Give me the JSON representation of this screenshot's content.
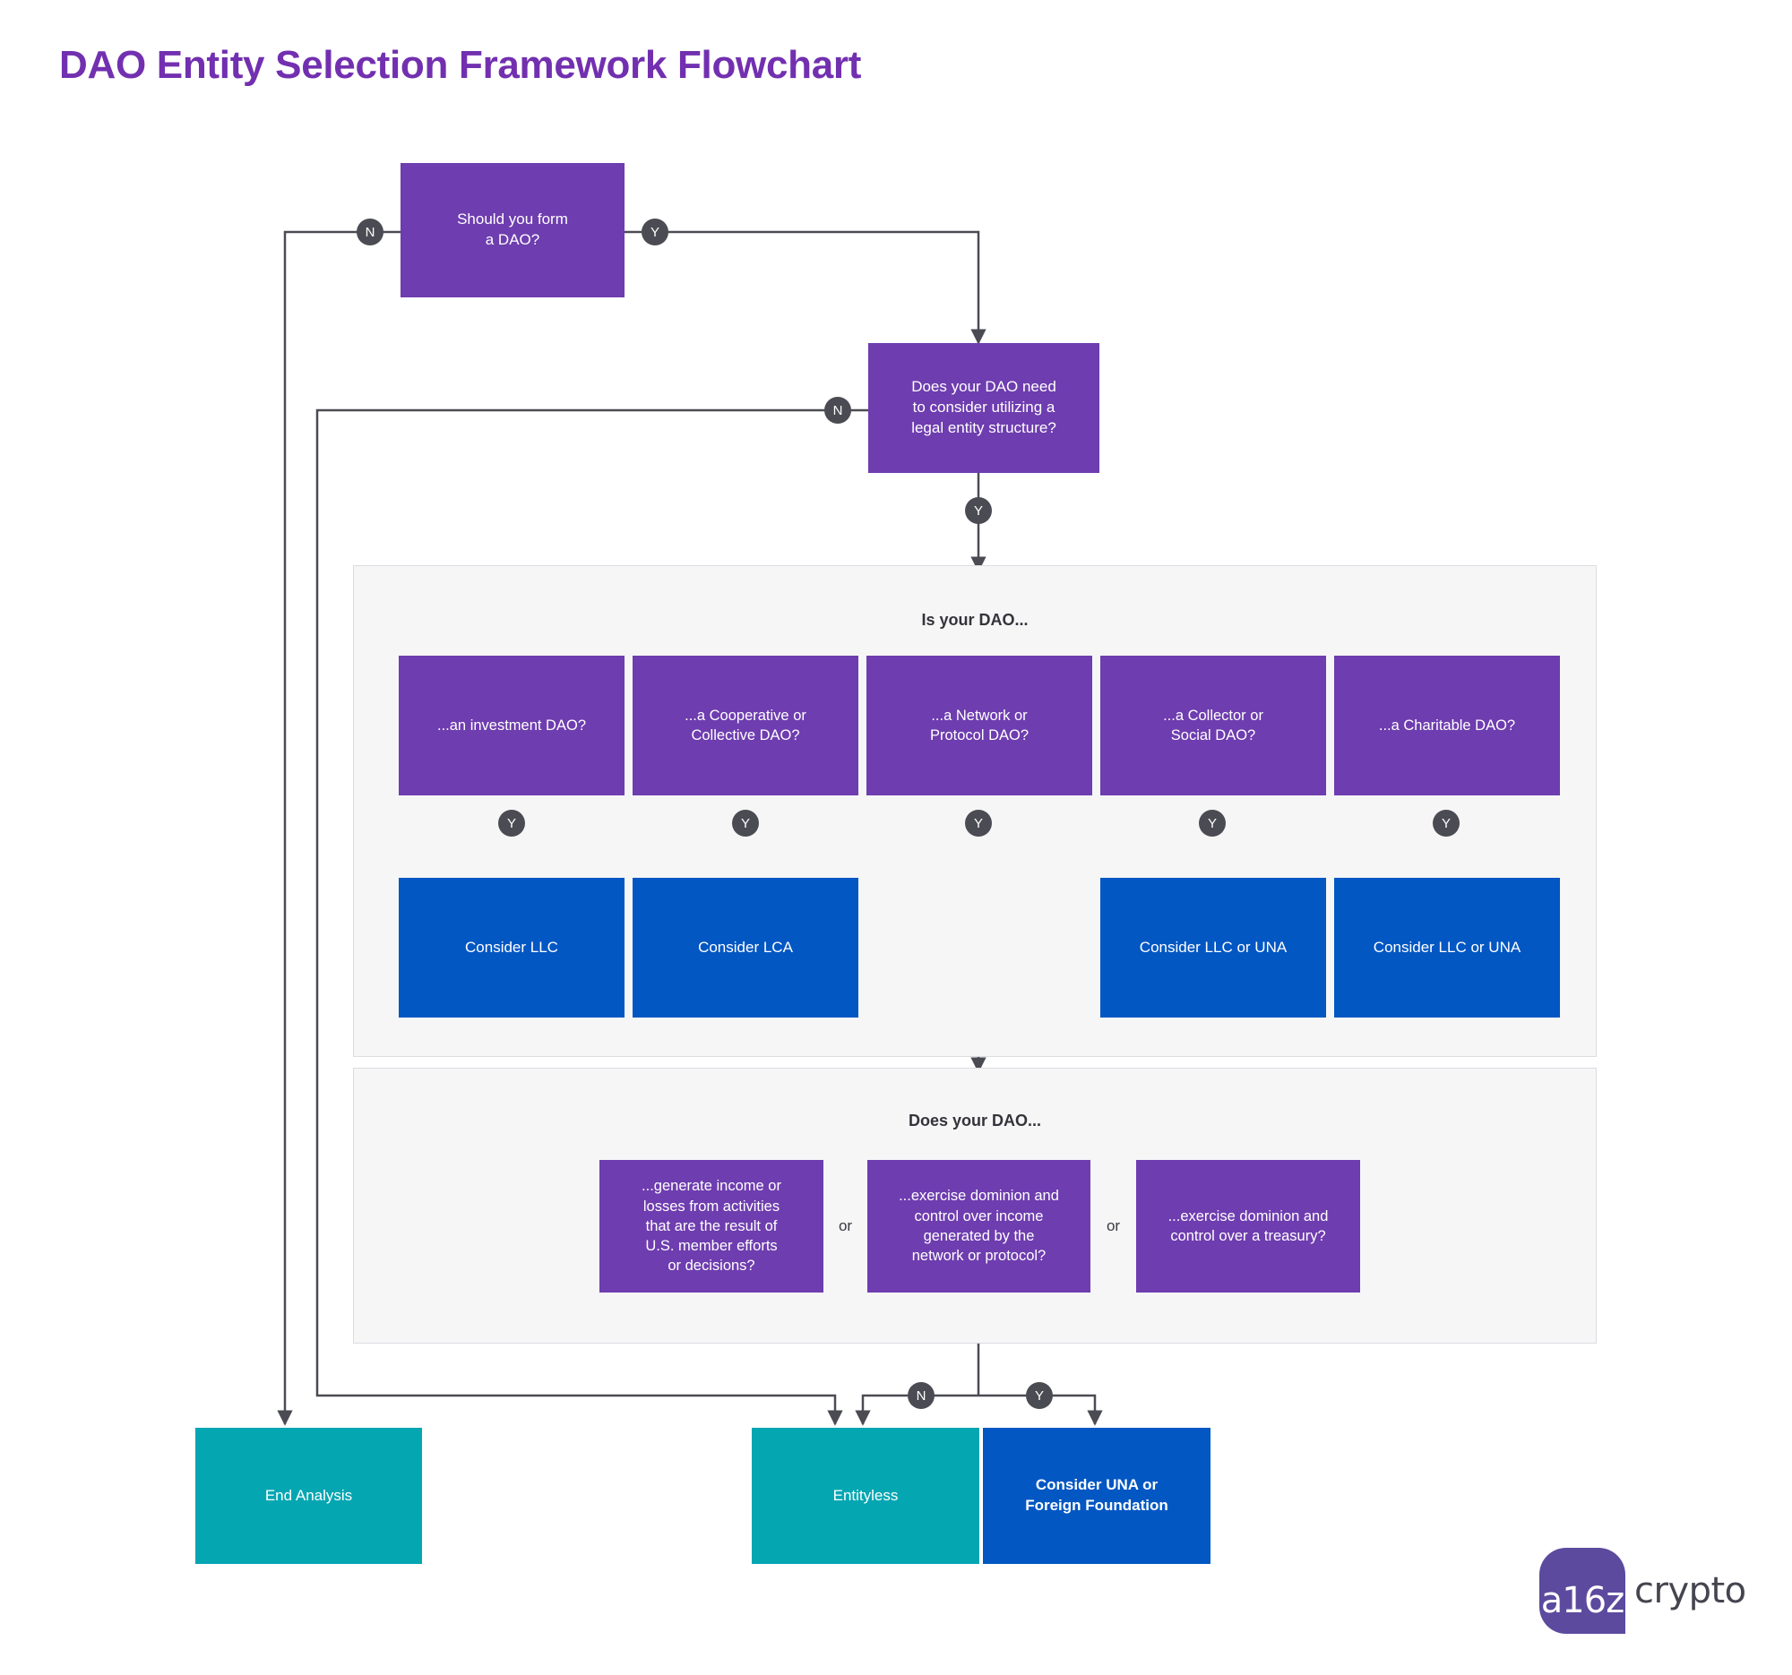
{
  "title": "DAO Entity Selection Framework Flowchart",
  "colors": {
    "purple": "#6e3daf",
    "blue": "#0357c3",
    "teal": "#04a6b2",
    "title_purple": "#7230b0",
    "badge_gray": "#4b4b53",
    "panel_bg": "#f6f6f7",
    "panel_border": "#dcdce1",
    "edge": "#4b4b53"
  },
  "nodes": {
    "start": "Should you form\na DAO?",
    "legal_entity": "Does your DAO need\nto consider utilizing a\nlegal entity structure?"
  },
  "panel1": {
    "title": "Is your DAO...",
    "questions": [
      "...an investment DAO?",
      "...a Cooperative or\nCollective DAO?",
      "...a Network or\nProtocol DAO?",
      "...a Collector or\nSocial DAO?",
      "...a Charitable DAO?"
    ],
    "outcomes": [
      "Consider LLC",
      "Consider LCA",
      "",
      "Consider LLC or UNA",
      "Consider LLC or UNA"
    ]
  },
  "panel2": {
    "title": "Does your DAO...",
    "questions": [
      "...generate income or\nlosses from activities\nthat are the result of\nU.S. member efforts\nor decisions?",
      "...exercise dominion and\ncontrol over income\ngenerated by the\nnetwork or protocol?",
      "...exercise dominion and\ncontrol over a treasury?"
    ],
    "or_label": "or"
  },
  "terminals": {
    "end_analysis": "End Analysis",
    "entityless": "Entityless",
    "una_foreign": "Consider UNA or\nForeign Foundation"
  },
  "badges": {
    "n": "N",
    "y": "Y"
  },
  "logo": {
    "mark": "a16z",
    "word": "crypto"
  }
}
